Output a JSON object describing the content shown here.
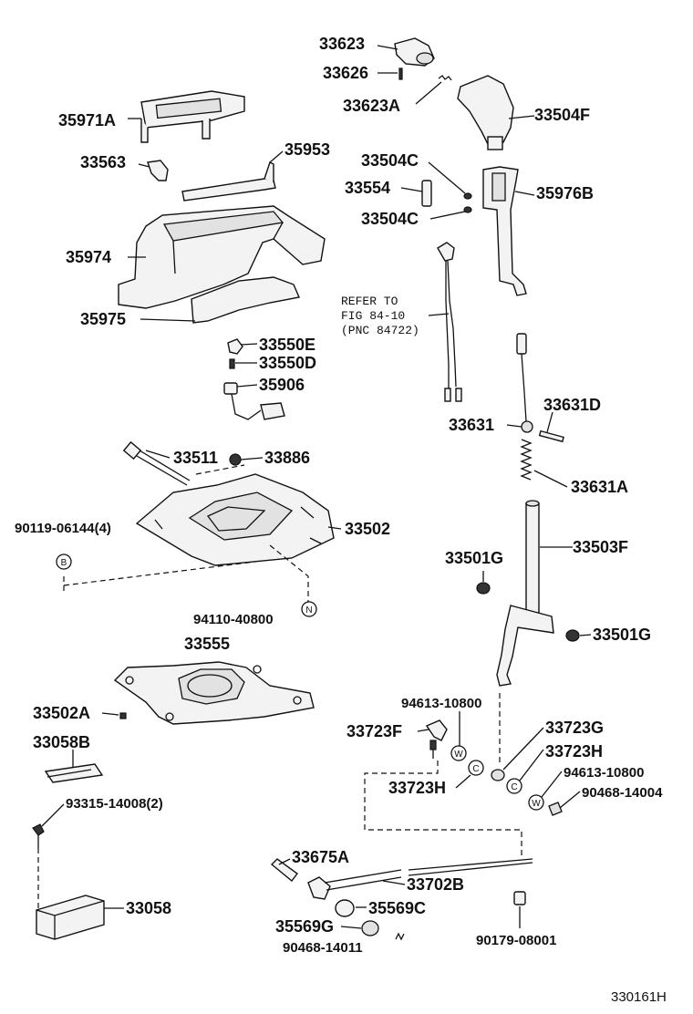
{
  "diagram": {
    "figure_code": "330161H",
    "reference_note": {
      "line1": "REFER TO",
      "line2": "FIG 84-10",
      "line3": "(PNC 84722)"
    },
    "callout_badges": {
      "b": "B",
      "n": "N",
      "w": "W",
      "c": "C"
    },
    "parts": {
      "p33623": "33623",
      "p33626": "33626",
      "p33623A": "33623A",
      "p33504F": "33504F",
      "p35971A": "35971A",
      "p33563": "33563",
      "p35953": "35953",
      "p33504C_1": "33504C",
      "p33554": "33554",
      "p35976B": "35976B",
      "p33504C_2": "33504C",
      "p35974": "35974",
      "p35975": "35975",
      "p33550E": "33550E",
      "p33550D": "33550D",
      "p35906": "35906",
      "p33631D": "33631D",
      "p33631": "33631",
      "p33511": "33511",
      "p33886": "33886",
      "p33631A": "33631A",
      "p90119": "90119-06144(4)",
      "p33502": "33502",
      "p33503F": "33503F",
      "p33501G_1": "33501G",
      "p94110": "94110-40800",
      "p33501G_2": "33501G",
      "p33555": "33555",
      "p33502A": "33502A",
      "p94613_1": "94613-10800",
      "p33058B": "33058B",
      "p33723F": "33723F",
      "p33723G": "33723G",
      "p33723H_1": "33723H",
      "p94613_2": "94613-10800",
      "p33723H_2": "33723H",
      "p90468_14004": "90468-14004",
      "p93315": "93315-14008(2)",
      "p33675A": "33675A",
      "p33702B": "33702B",
      "p33058": "33058",
      "p35569C": "35569C",
      "p35569G": "35569G",
      "p90179": "90179-08001",
      "p90468_14011": "90468-14011"
    }
  }
}
